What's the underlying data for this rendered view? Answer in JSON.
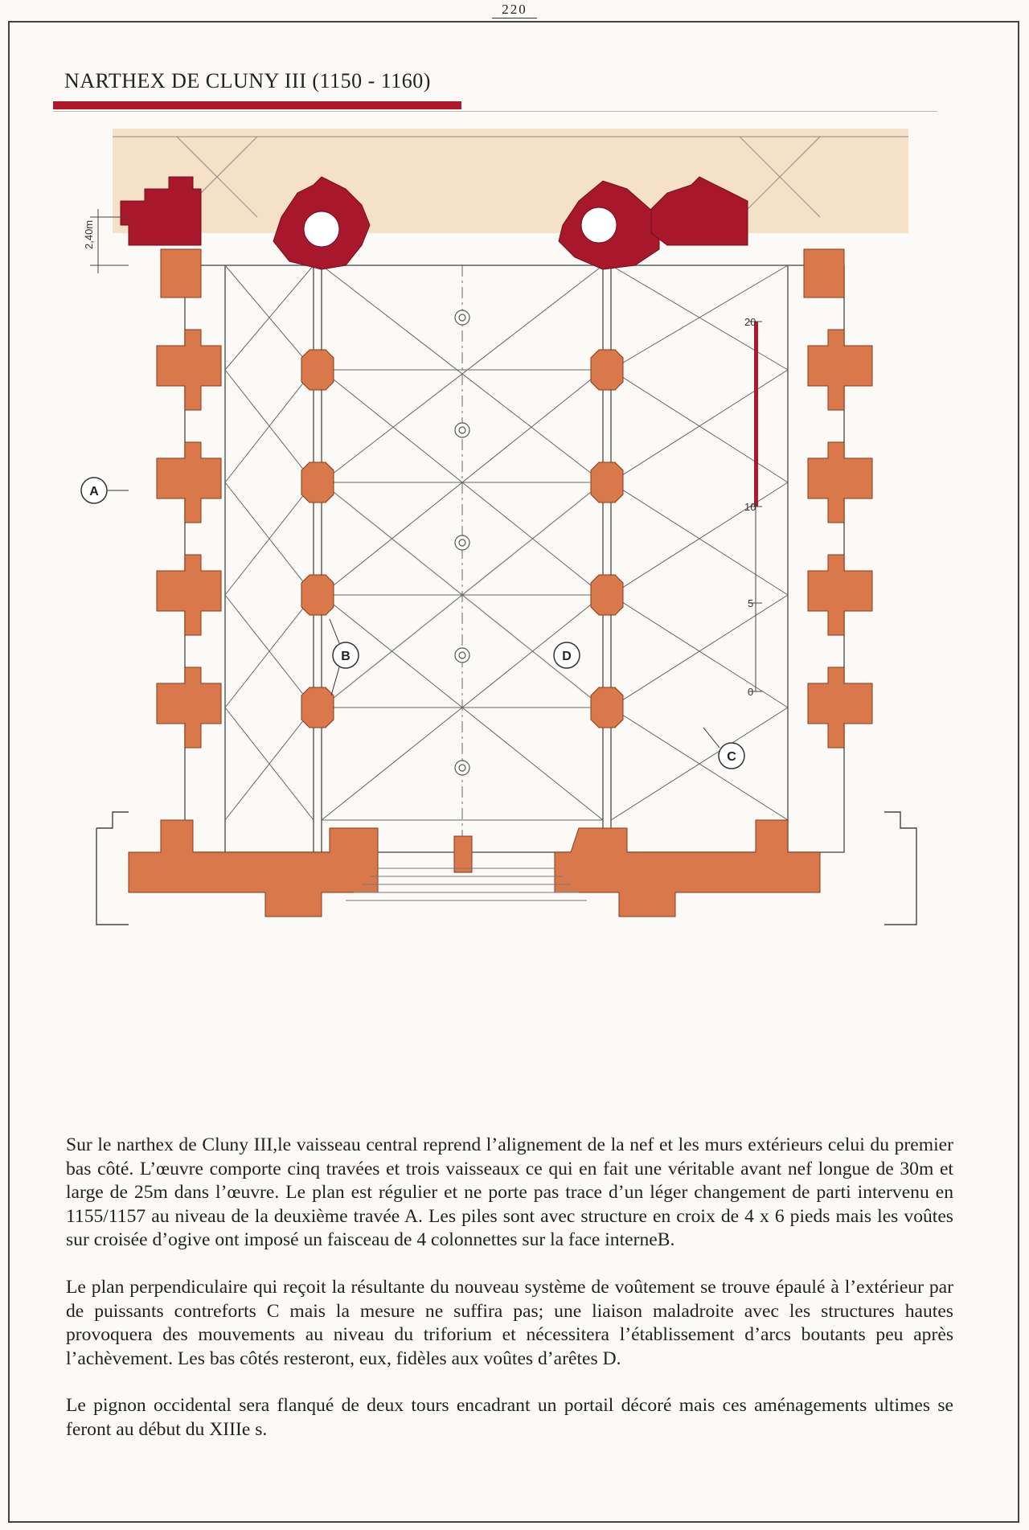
{
  "page_number": "220",
  "title": "NARTHEX DE CLUNY III (1150 - 1160)",
  "plan": {
    "dimension_label": "2,40m",
    "scale_labels": [
      "20",
      "10",
      "5",
      "0"
    ],
    "markers": [
      "A",
      "B",
      "C",
      "D"
    ]
  },
  "paragraphs": [
    "Sur le narthex de Cluny III,le vaisseau central reprend l’alignement de la nef et les murs extérieurs celui du premier bas côté. L’œuvre comporte cinq travées et trois vaisseaux ce qui en fait une véritable avant nef longue de 30m et large de 25m dans l’œuvre. Le plan est régulier et ne porte pas trace d’un léger changement de parti intervenu en 1155/1157 au niveau de la deuxième travée A. Les piles sont avec structure en croix de 4 x 6 pieds mais les voûtes sur croisée d’ogive ont imposé un faisceau de 4 colonnettes sur la face interneB.",
    "Le plan perpendiculaire qui reçoit la résultante du nouveau système de voûtement se trouve épaulé à l’extérieur par de puissants contreforts C mais la mesure ne suffira pas; une liaison maladroite avec les structures hautes provoquera des mouvements au niveau du triforium et nécessitera l’établissement d’arcs boutants peu après l’achèvement. Les bas côtés resteront, eux, fidèles aux voûtes d’arêtes D.",
    "Le pignon occidental sera flanqué de deux tours encadrant un portail décoré mais ces aménagements ultimes se feront au début du XIIIe s."
  ],
  "colors": {
    "pier_fill": "#d9784a",
    "old_wall_fill": "#a8172c",
    "background_band": "#f3dcbf",
    "accent_red": "#b0182a"
  }
}
